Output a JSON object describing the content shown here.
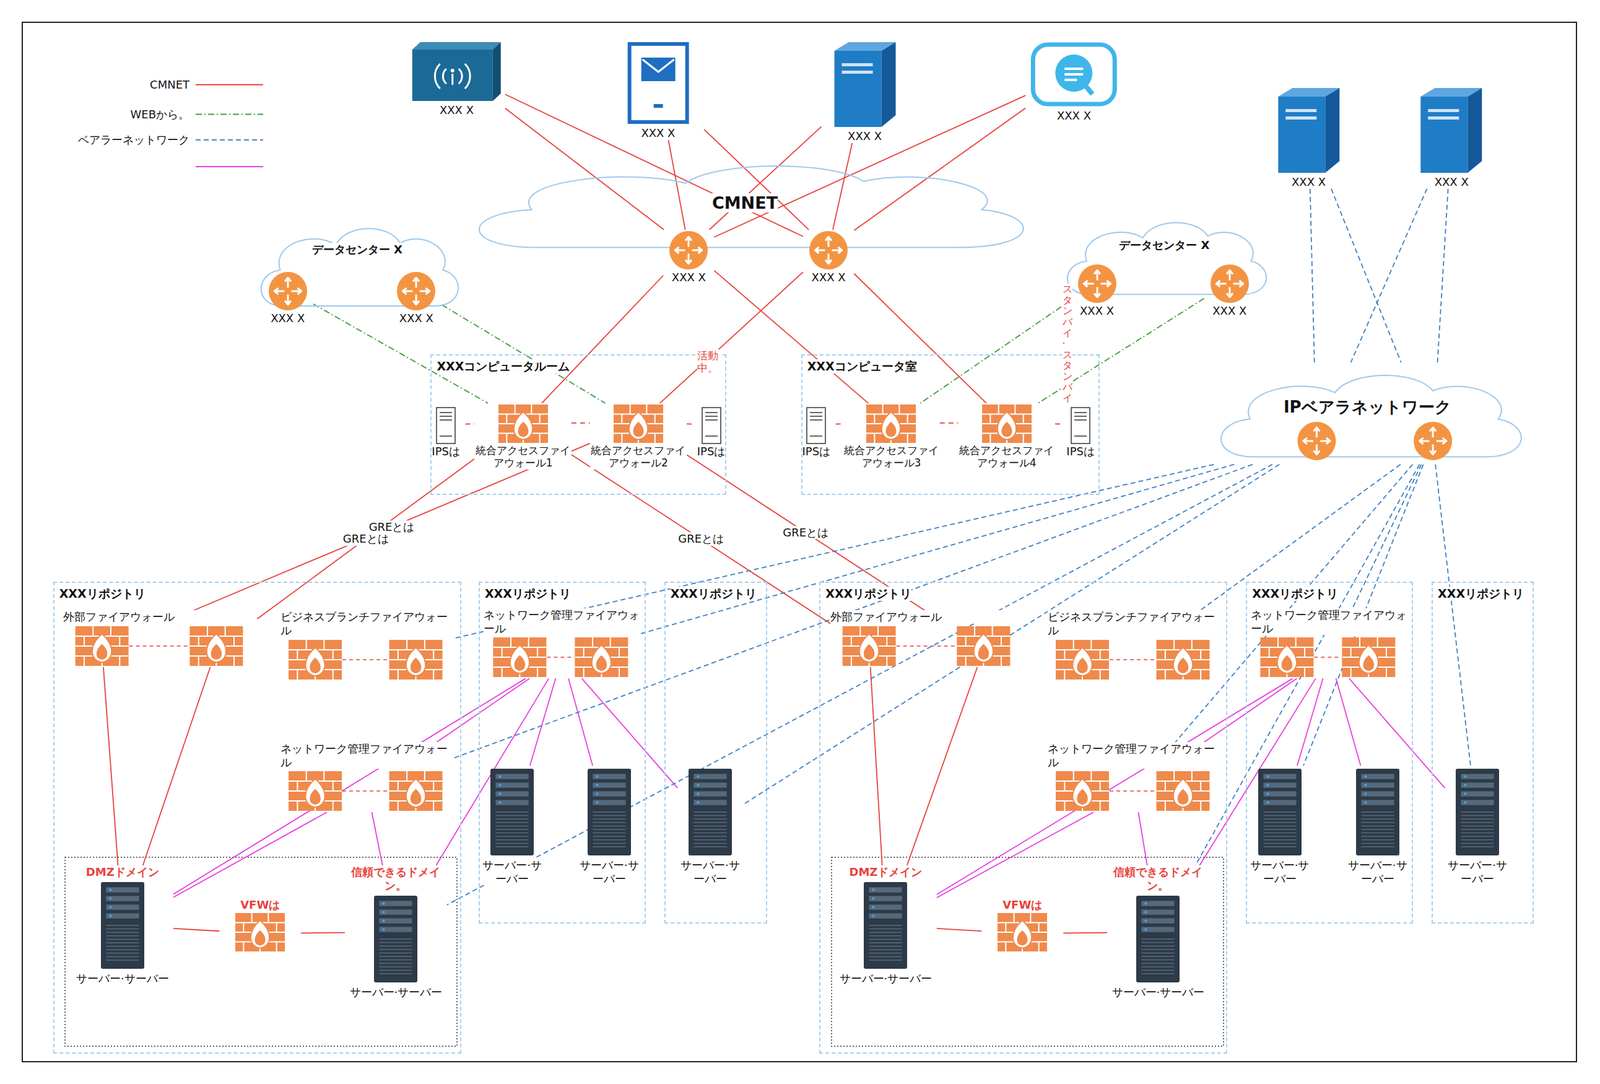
{
  "diagram": {
    "nodes": [
      {
        "text": [
          "XXX X"
        ]
      },
      {
        "text": [
          "XXX X"
        ]
      },
      {
        "text": [
          "XXX X"
        ]
      },
      {
        "text": [
          "XXX X"
        ]
      },
      {
        "text": [
          "XXX X"
        ]
      },
      {
        "text": [
          "XXX X"
        ]
      },
      {
        "text": [
          "CMNET"
        ]
      },
      {
        "text": [
          "XXX X"
        ],
        "in": 6
      },
      {
        "text": [
          "XXX X"
        ],
        "in": 6
      },
      {
        "text": [
          "データセンター X"
        ]
      },
      {
        "text": [
          "XXX X"
        ],
        "in": 9
      },
      {
        "text": [
          "XXX X"
        ],
        "in": 9
      },
      {
        "text": [
          "データセンター X"
        ]
      },
      {
        "text": [
          "XXX X"
        ],
        "in": 12
      },
      {
        "text": [
          "XXX X"
        ],
        "in": 12
      },
      {
        "text": [
          "IPベアラネットワーク"
        ]
      },
      {
        "text": [
          "XXXコンピュータルーム"
        ]
      },
      {
        "text": [
          "IPSは"
        ],
        "in": 16
      },
      {
        "text": [
          "統合アクセスファイアウォール1"
        ],
        "in": 16
      },
      {
        "text": [
          "統合アクセスファイアウォール2"
        ],
        "in": 16
      },
      {
        "text": [
          "IPSは"
        ],
        "in": 16
      },
      {
        "text": [
          "XXXコンピュータ室"
        ]
      },
      {
        "text": [
          "IPSは"
        ],
        "in": 21
      },
      {
        "text": [
          "統合アクセスファイアウォール3"
        ],
        "in": 21
      },
      {
        "text": [
          "統合アクセスファイアウォール4"
        ],
        "in": 21
      },
      {
        "text": [
          "IPSは"
        ],
        "in": 21
      },
      {
        "text": [
          "XXXリポジトリ"
        ]
      },
      {
        "text": [
          "外部ファイアウォール"
        ],
        "in": 26
      },
      {
        "text": [
          "ビジネスブランチファイアウォール"
        ],
        "in": 26
      },
      {
        "text": [
          "ネットワーク管理ファイアウォール"
        ],
        "in": 26
      },
      {
        "text": [
          "DMZドメイン",
          "サーバー·サーバー"
        ],
        "in": 26
      },
      {
        "text": [
          "VFWは"
        ],
        "in": 26
      },
      {
        "text": [
          "信頼できるドメイン。",
          "サーバー·サーバー"
        ],
        "in": 26
      },
      {
        "text": [
          "XXXリポジトリ"
        ]
      },
      {
        "text": [
          "ネットワーク管理ファイアウォール"
        ],
        "in": 33
      },
      {
        "text": [
          "サーバー·サーバー"
        ],
        "in": 33
      },
      {
        "text": [
          "サーバー·サーバー"
        ],
        "in": 33
      },
      {
        "text": [
          "XXXリポジトリ"
        ]
      },
      {
        "text": [
          "サーバー·サーバー"
        ],
        "in": 37
      },
      {
        "text": [
          "XXXリポジトリ"
        ]
      },
      {
        "text": [
          "外部ファイアウォール"
        ],
        "in": 39
      },
      {
        "text": [
          "ビジネスブランチファイアウォール"
        ],
        "in": 39
      },
      {
        "text": [
          "ネットワーク管理ファイアウォール"
        ],
        "in": 39
      },
      {
        "text": [
          "DMZドメイン",
          "サーバー·サーバー"
        ],
        "in": 39
      },
      {
        "text": [
          "VFWは"
        ],
        "in": 39
      },
      {
        "text": [
          "信頼できるドメイン。",
          "サーバー·サーバー"
        ],
        "in": 39
      },
      {
        "text": [
          "XXXリポジトリ"
        ]
      },
      {
        "text": [
          "ネットワーク管理ファイアウォール"
        ],
        "in": 46
      },
      {
        "text": [
          "サーバー·サーバー"
        ],
        "in": 46
      },
      {
        "text": [
          "サーバー·サーバー"
        ],
        "in": 46
      },
      {
        "text": [
          "XXXリポジトリ"
        ]
      },
      {
        "text": [
          "サーバー·サーバー"
        ],
        "in": 50
      }
    ],
    "edges": [
      {
        "from": 0,
        "to": 7,
        "arrow": "none"
      },
      {
        "from": 0,
        "to": 8,
        "arrow": "none"
      },
      {
        "from": 1,
        "to": 7,
        "arrow": "none"
      },
      {
        "from": 1,
        "to": 8,
        "arrow": "none"
      },
      {
        "from": 2,
        "to": 7,
        "arrow": "none"
      },
      {
        "from": 2,
        "to": 8,
        "arrow": "none"
      },
      {
        "from": 3,
        "to": 7,
        "arrow": "none"
      },
      {
        "from": 3,
        "to": 8,
        "arrow": "none"
      },
      {
        "from": 7,
        "to": 18,
        "arrow": "none"
      },
      {
        "from": 7,
        "to": 23,
        "arrow": "none"
      },
      {
        "from": 8,
        "to": 19,
        "arrow": "none"
      },
      {
        "from": 8,
        "to": 24,
        "arrow": "none"
      },
      {
        "from": 10,
        "to": 18,
        "arrow": "none"
      },
      {
        "from": 11,
        "to": 19,
        "arrow": "none"
      },
      {
        "from": 13,
        "to": 23,
        "arrow": "none"
      },
      {
        "from": 14,
        "to": 24,
        "arrow": "none"
      },
      {
        "from": 17,
        "to": 18,
        "arrow": "none"
      },
      {
        "from": 18,
        "to": 19,
        "arrow": "none"
      },
      {
        "from": 19,
        "to": 20,
        "arrow": "none"
      },
      {
        "from": 22,
        "to": 23,
        "arrow": "none"
      },
      {
        "from": 23,
        "to": 24,
        "arrow": "none"
      },
      {
        "from": 24,
        "to": 25,
        "arrow": "none"
      },
      {
        "from": 18,
        "to": 27,
        "arrow": "none",
        "label": "GREとは"
      },
      {
        "from": 19,
        "to": 27,
        "arrow": "none",
        "label": "GREとは"
      },
      {
        "from": 18,
        "to": 40,
        "arrow": "none",
        "label": "GREとは"
      },
      {
        "from": 19,
        "to": 40,
        "arrow": "none",
        "label": "GREとは"
      },
      {
        "from": 27,
        "to": 30,
        "arrow": "none"
      },
      {
        "from": 27,
        "to": 30,
        "arrow": "none"
      },
      {
        "from": 30,
        "to": 31,
        "arrow": "none"
      },
      {
        "from": 31,
        "to": 32,
        "arrow": "none"
      },
      {
        "from": 40,
        "to": 43,
        "arrow": "none"
      },
      {
        "from": 40,
        "to": 43,
        "arrow": "none"
      },
      {
        "from": 43,
        "to": 44,
        "arrow": "none"
      },
      {
        "from": 44,
        "to": 45,
        "arrow": "none"
      },
      {
        "from": 34,
        "to": 35,
        "arrow": "none"
      },
      {
        "from": 34,
        "to": 36,
        "arrow": "none"
      },
      {
        "from": 34,
        "to": 38,
        "arrow": "none"
      },
      {
        "from": 34,
        "to": 29,
        "arrow": "none"
      },
      {
        "from": 34,
        "to": 30,
        "arrow": "none"
      },
      {
        "from": 34,
        "to": 32,
        "arrow": "none"
      },
      {
        "from": 29,
        "to": 30,
        "arrow": "none"
      },
      {
        "from": 29,
        "to": 32,
        "arrow": "none"
      },
      {
        "from": 47,
        "to": 48,
        "arrow": "none"
      },
      {
        "from": 47,
        "to": 49,
        "arrow": "none"
      },
      {
        "from": 47,
        "to": 51,
        "arrow": "none"
      },
      {
        "from": 47,
        "to": 42,
        "arrow": "none"
      },
      {
        "from": 47,
        "to": 43,
        "arrow": "none"
      },
      {
        "from": 47,
        "to": 45,
        "arrow": "none"
      },
      {
        "from": 42,
        "to": 43,
        "arrow": "none"
      },
      {
        "from": 42,
        "to": 45,
        "arrow": "none"
      },
      {
        "from": 4,
        "to": 15,
        "arrow": "none"
      },
      {
        "from": 4,
        "to": 15,
        "arrow": "none"
      },
      {
        "from": 5,
        "to": 15,
        "arrow": "none"
      },
      {
        "from": 5,
        "to": 15,
        "arrow": "none"
      },
      {
        "from": 15,
        "to": 28,
        "arrow": "none"
      },
      {
        "from": 15,
        "to": 34,
        "arrow": "none"
      },
      {
        "from": 15,
        "to": 29,
        "arrow": "none"
      },
      {
        "from": 15,
        "to": 32,
        "arrow": "none"
      },
      {
        "from": 15,
        "to": 38,
        "arrow": "none"
      },
      {
        "from": 15,
        "to": 41,
        "arrow": "none"
      },
      {
        "from": 15,
        "to": 47,
        "arrow": "none"
      },
      {
        "from": 15,
        "to": 42,
        "arrow": "none"
      },
      {
        "from": 15,
        "to": 45,
        "arrow": "none"
      },
      {
        "from": 15,
        "to": 48,
        "arrow": "none"
      },
      {
        "from": 15,
        "to": 51,
        "arrow": "none"
      }
    ],
    "labels": [
      "活動中。",
      "スタンバイ·スタンバイ"
    ],
    "legend": [
      {
        "text": "CMNET"
      },
      {
        "text": "WEBから。"
      },
      {
        "text": "ベアラーネットワーク"
      }
    ]
  }
}
